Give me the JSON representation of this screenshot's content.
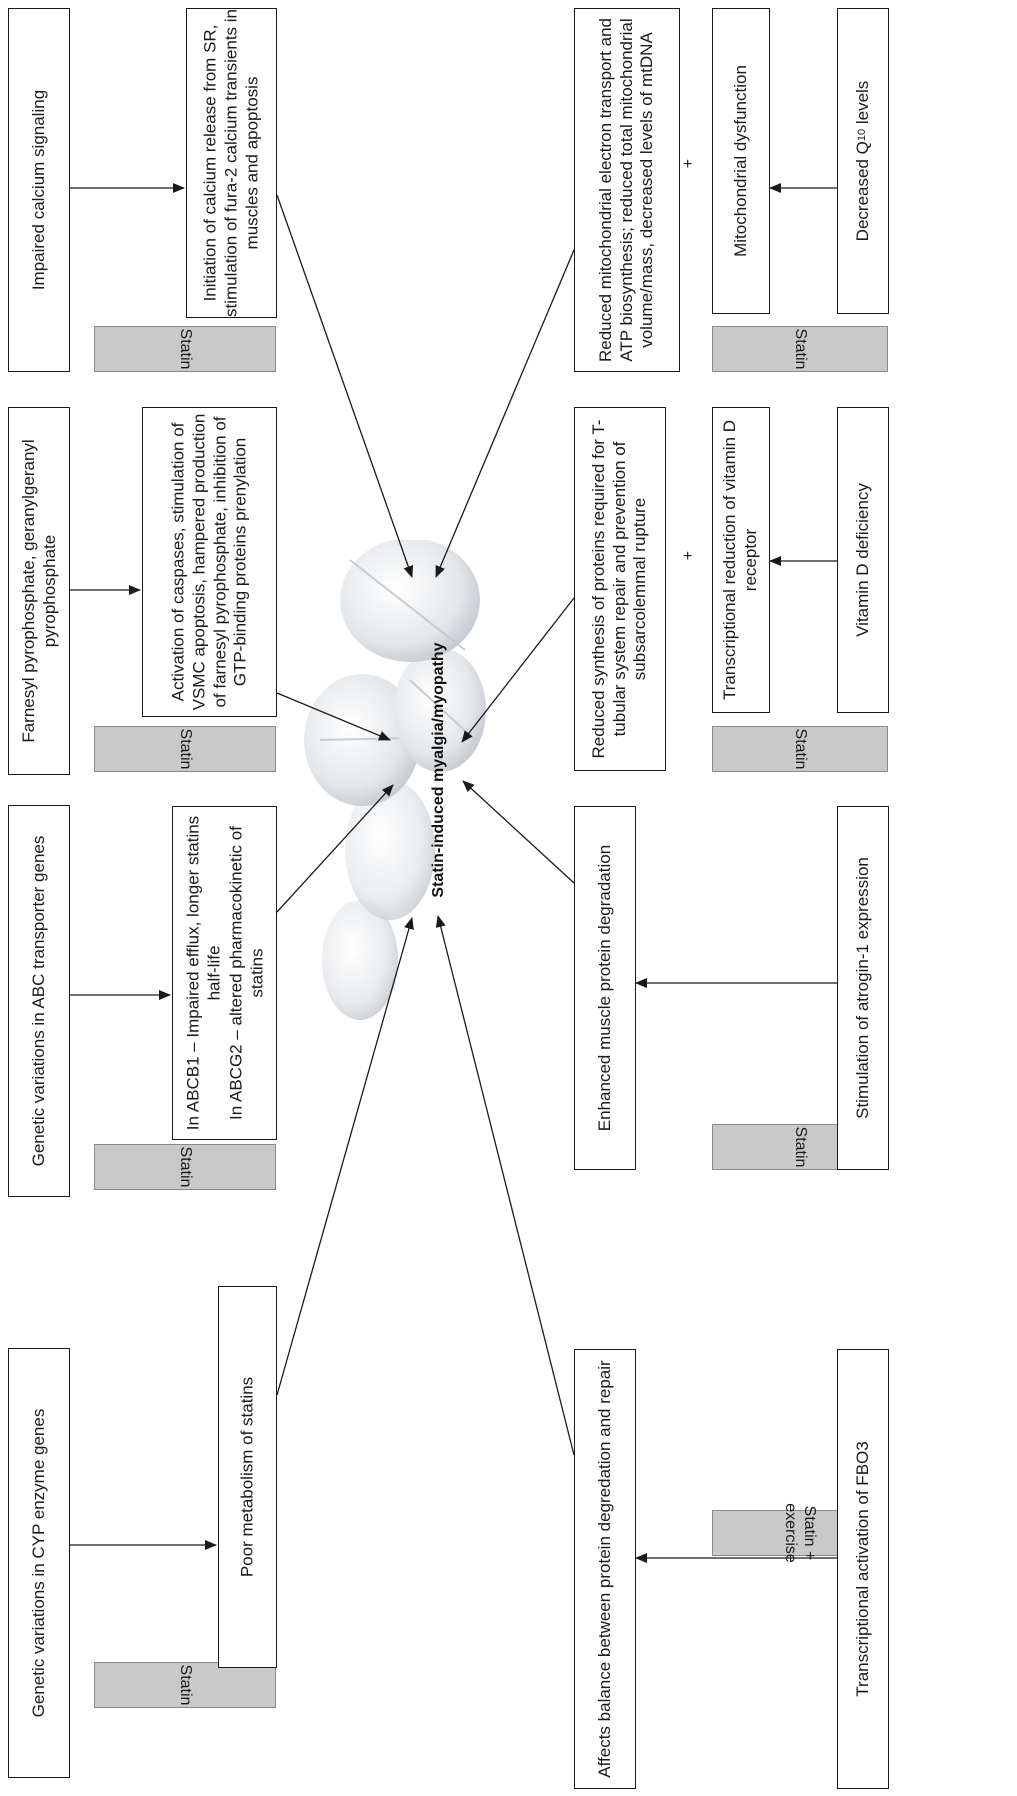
{
  "center_label": "Statin-induced myalgia/myopathy",
  "top_row": [
    {
      "badge": "Statin",
      "cause": "Genetic variations in CYP enzyme genes",
      "effect": "Poor metabolism of statins"
    },
    {
      "badge": "Statin",
      "cause": "Genetic variations in ABC transporter genes",
      "effect": "In ABCB1 – Impaired efflux, longer statins half-life\nIn ABCG2 – altered pharmacokinetic of statins"
    },
    {
      "badge": "Statin",
      "cause": "Farnesyl pyrophosphate, geranylgeranyl pyrophosphate",
      "effect": "Activation of caspases, stimulation of VSMC apoptosis, hampered production of farnesyl pyrophosphate, inhibition of GTP-binding proteins prenylation"
    },
    {
      "badge": "Statin",
      "cause": "Impaired calcium signaling",
      "effect": "Initiation of calcium release from SR, stimulation of fura-2 calcium transients in muscles and apoptosis"
    }
  ],
  "bottom_row": [
    {
      "badge": "Statin + exercise",
      "cause": "Transcriptional activation of FBO3",
      "effect": "Affects balance between protein degredation and repair"
    },
    {
      "badge": "Statin",
      "cause": "Stimulation of atrogin-1 expression",
      "effect": "Enhanced muscle protein degradation"
    },
    {
      "badge": "Statin",
      "cause": "Vitamin D deficiency",
      "mid": "Transcriptional reduction of vitamin D receptor",
      "effect": "Reduced synthesis of proteins required for T-tubular system repair and prevention of subsarcolemmal rupture"
    },
    {
      "badge": "Statin",
      "cause_main": "Decreased Q",
      "cause_sub": "10",
      "cause_tail": " levels",
      "mid": "Mitochondrial dysfunction",
      "effect": "Reduced mitochondrial electron transport and ATP biosynthesis; reduced total mitochondrial volume/mass, decreased levels of mtDNA"
    }
  ],
  "plus_sign": "+",
  "colors": {
    "badge_fill": "#c9c9c9",
    "stroke": "#1a1a1a"
  }
}
